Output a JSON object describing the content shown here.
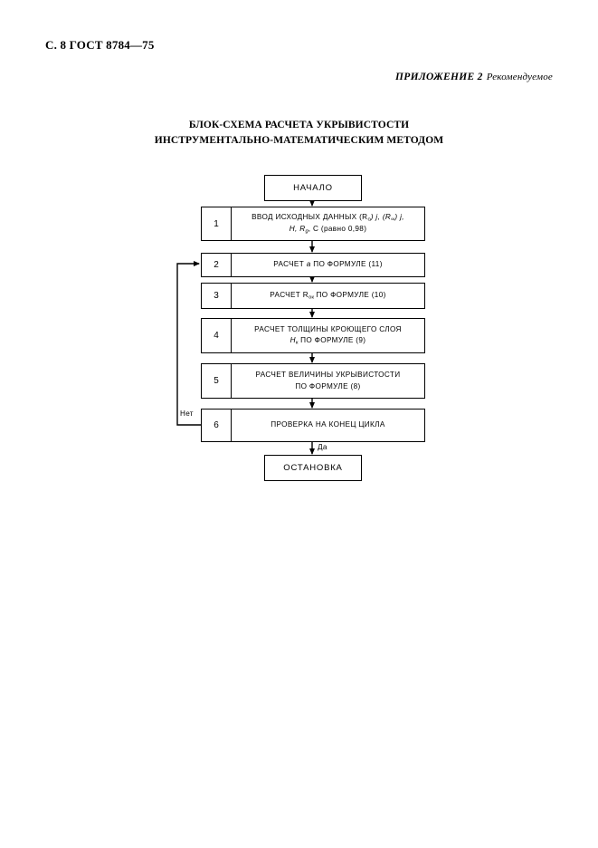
{
  "header": {
    "page_mark": "С. 8 ГОСТ 8784—75"
  },
  "appendix": {
    "title": "ПРИЛОЖЕНИЕ 2",
    "subtitle": "Рекомендуемое"
  },
  "diagram_title": {
    "line1": "БЛОК-СХЕМА РАСЧЕТА УКРЫВИСТОСТИ",
    "line2": "ИНСТРУМЕНТАЛЬНО-МАТЕМАТИЧЕСКИМ МЕТОДОМ"
  },
  "flowchart": {
    "start_label": "НАЧАЛО",
    "end_label": "ОСТАНОВКА",
    "branch_no": "Нет",
    "branch_yes": "Да",
    "blocks": [
      {
        "number": "1",
        "line1_a": "ВВОД ИСХОДНЫХ ДАННЫХ  (R",
        "line1_sub1": "о",
        "line1_b": ") j,  (R",
        "line1_sub2": "∞",
        "line1_c": ") j,",
        "line2_a": "H,  R",
        "line2_sub": "g",
        "line2_b": ",  C  (равно 0,98)"
      },
      {
        "number": "2",
        "line1_a": "РАСЧЕТ ",
        "line1_it": "a",
        "line1_b": " ПО ФОРМУЛЕ (11)"
      },
      {
        "number": "3",
        "line1_a": "РАСЧЕТ R",
        "line1_sub": "ок",
        "line1_b": " ПО ФОРМУЛЕ (10)"
      },
      {
        "number": "4",
        "line1": "РАСЧЕТ ТОЛЩИНЫ КРОЮЩЕГО СЛОЯ",
        "line2_a": "H",
        "line2_sub": "к",
        "line2_b": " ПО ФОРМУЛЕ (9)"
      },
      {
        "number": "5",
        "line1": "РАСЧЕТ ВЕЛИЧИНЫ УКРЫВИСТОСТИ",
        "line2": "ПО ФОРМУЛЕ (8)"
      },
      {
        "number": "6",
        "line1": "ПРОВЕРКА НА КОНЕЦ ЦИКЛА"
      }
    ]
  },
  "colors": {
    "ink": "#000000",
    "paper": "#ffffff"
  }
}
